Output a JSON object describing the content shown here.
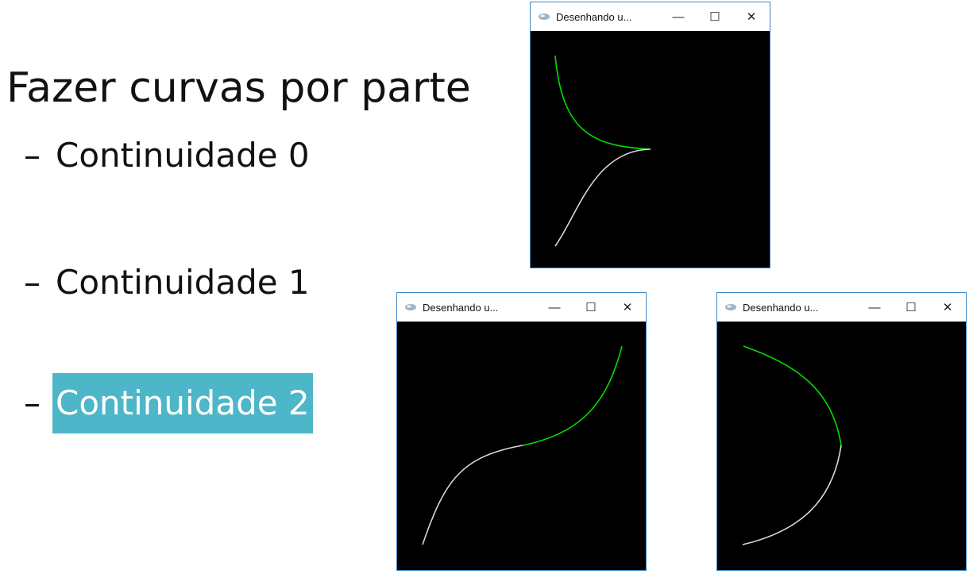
{
  "slide": {
    "title": "Fazer curvas por parte",
    "bullets": [
      {
        "dash": "–",
        "text": "Continuidade 0"
      },
      {
        "dash": "–",
        "text": "Continuidade 1"
      },
      {
        "dash": "–",
        "text": "Continuidade 2"
      }
    ]
  },
  "windows": [
    {
      "title": "Desenhando u...",
      "minimize": "—",
      "maximize": "☐",
      "close": "✕"
    },
    {
      "title": "Desenhando u...",
      "minimize": "—",
      "maximize": "☐",
      "close": "✕"
    },
    {
      "title": "Desenhando u...",
      "minimize": "—",
      "maximize": "☐",
      "close": "✕"
    }
  ],
  "colors": {
    "highlight": "#4db6c8",
    "curve_green": "#00dd00",
    "curve_white": "#d8d8d8",
    "window_border": "#3d88c7"
  }
}
